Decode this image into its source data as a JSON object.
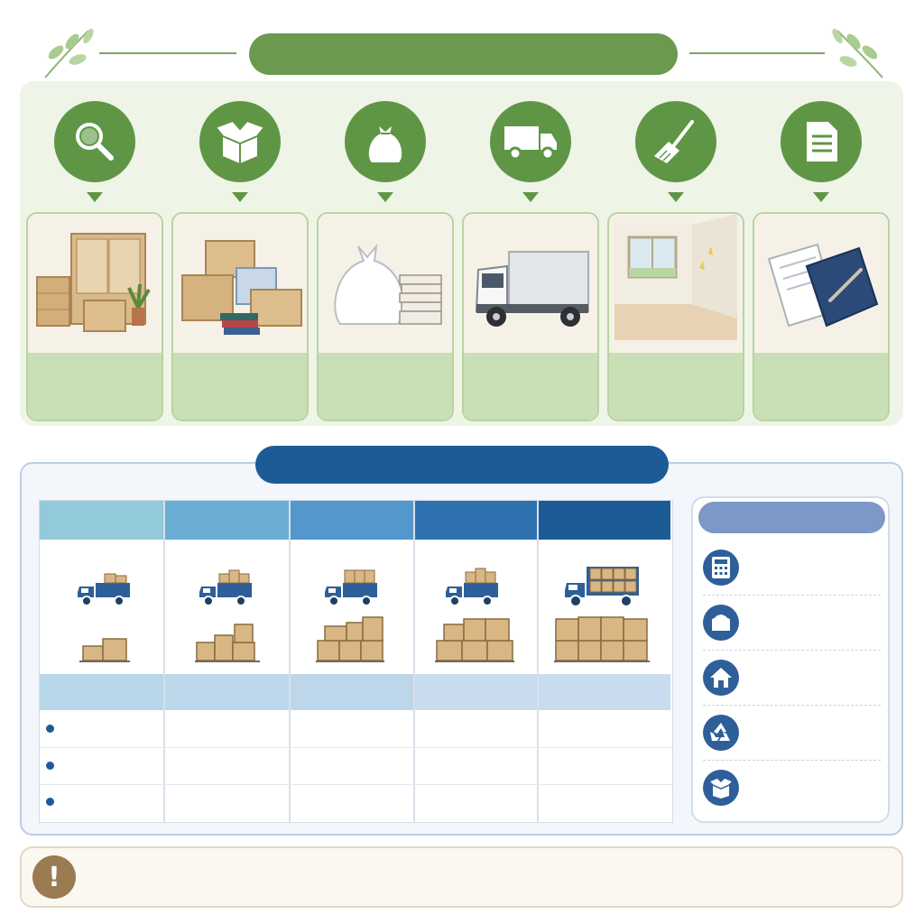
{
  "flow": {
    "title": "",
    "steps": [
      {
        "icon": "magnifier-icon",
        "label": ""
      },
      {
        "icon": "open-box-icon",
        "label": ""
      },
      {
        "icon": "garbage-bag-icon",
        "label": ""
      },
      {
        "icon": "truck-icon",
        "label": ""
      },
      {
        "icon": "broom-icon",
        "label": ""
      },
      {
        "icon": "document-icon",
        "label": ""
      }
    ]
  },
  "plans": {
    "title": "",
    "columns": [
      {
        "header": "",
        "sub": "",
        "boxes_level": 1
      },
      {
        "header": "",
        "sub": "",
        "boxes_level": 2
      },
      {
        "header": "",
        "sub": "",
        "boxes_level": 3
      },
      {
        "header": "",
        "sub": "",
        "boxes_level": 4
      },
      {
        "header": "",
        "sub": "",
        "boxes_level": 5
      }
    ],
    "rows": [
      "",
      "",
      ""
    ]
  },
  "side": {
    "title": "",
    "items": [
      {
        "icon": "calculator-icon",
        "label": ""
      },
      {
        "icon": "wallet-icon",
        "label": ""
      },
      {
        "icon": "house-icon",
        "label": ""
      },
      {
        "icon": "recycle-icon",
        "label": ""
      },
      {
        "icon": "box-icon",
        "label": ""
      }
    ]
  },
  "note": {
    "icon": "exclamation-icon",
    "text": ""
  },
  "colors": {
    "green_primary": "#5f9646",
    "green_banner": "#6b9a4e",
    "green_label": "#c9dfb5",
    "blue_banner": "#1d5b97",
    "header_1": "#92cadb",
    "header_2": "#6aaed4",
    "header_3": "#5397cc",
    "header_4": "#2e73b0",
    "header_5": "#1d5b97",
    "side_header": "#7b98c6",
    "note_icon": "#9a7b52"
  }
}
